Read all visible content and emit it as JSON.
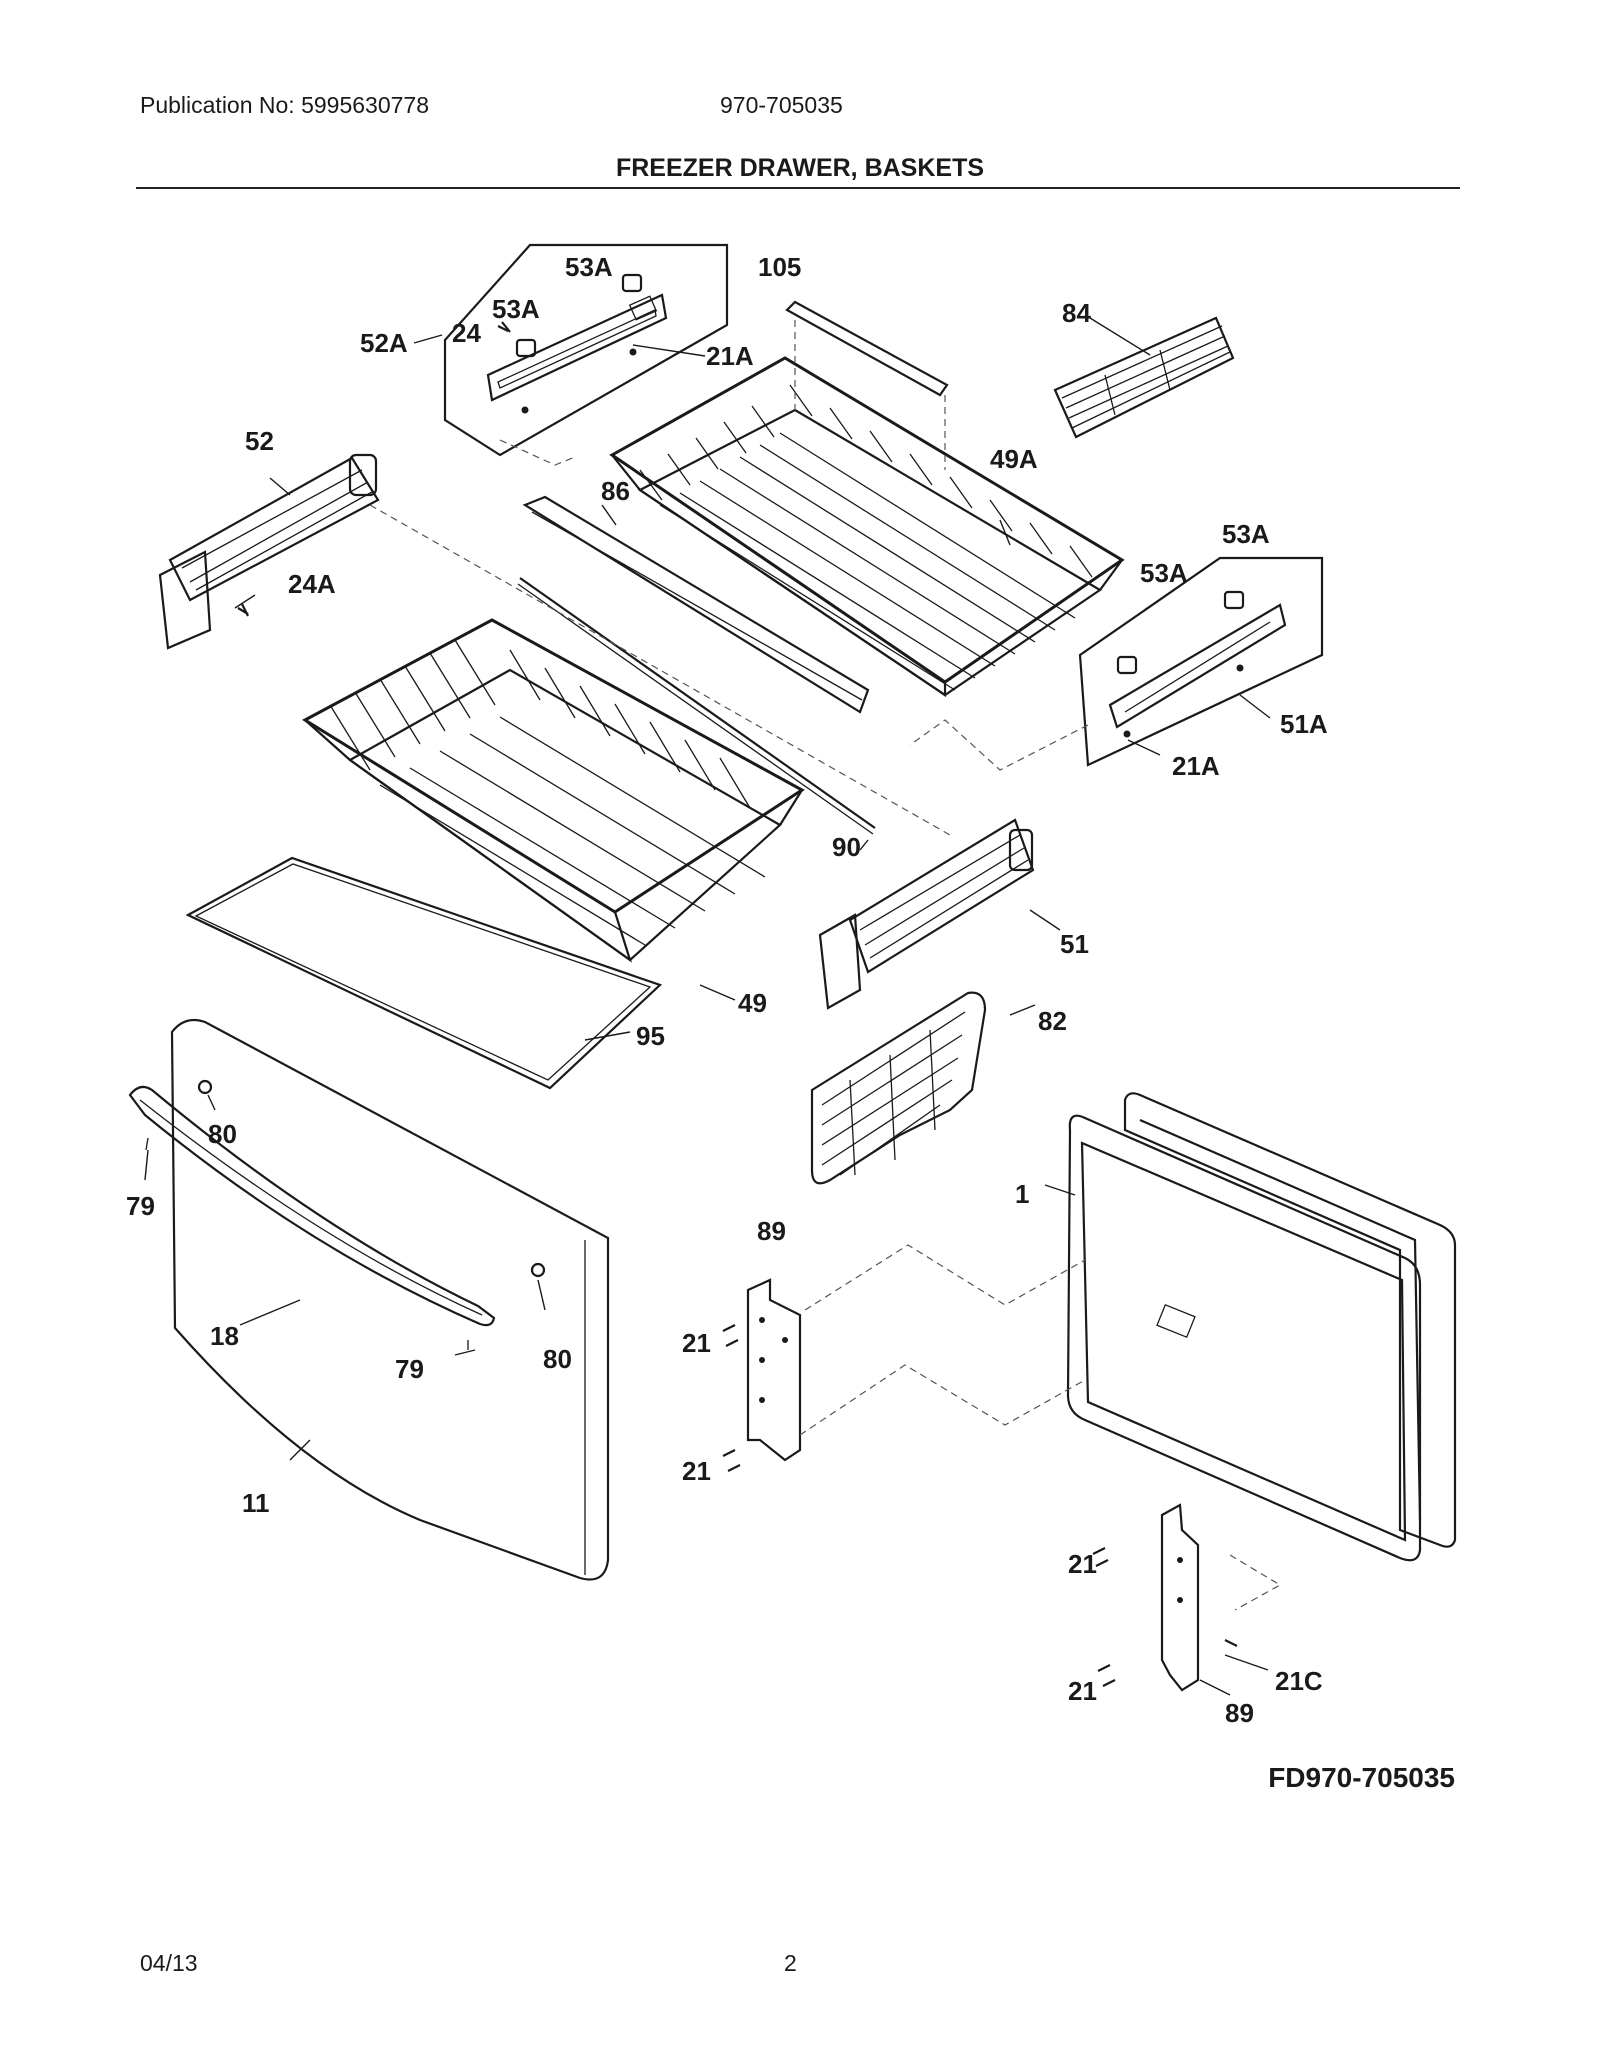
{
  "header": {
    "publication": "Publication No: 5995630778",
    "model": "970-705035",
    "title": "FREEZER DRAWER, BASKETS"
  },
  "callouts": {
    "c53A_a": "53A",
    "c53A_b": "53A",
    "c24": "24",
    "c52A": "52A",
    "c21A_a": "21A",
    "c105": "105",
    "c84": "84",
    "c52": "52",
    "c86": "86",
    "c49A": "49A",
    "c24A": "24A",
    "c53A_c": "53A",
    "c53A_d": "53A",
    "c51A": "51A",
    "c21A_b": "21A",
    "c90": "90",
    "c51": "51",
    "c49": "49",
    "c95": "95",
    "c82": "82",
    "c80_a": "80",
    "c79_a": "79",
    "c1": "1",
    "c89_a": "89",
    "c18": "18",
    "c79_b": "79",
    "c80_b": "80",
    "c21_a": "21",
    "c21_b": "21",
    "c11": "11",
    "c21_c": "21",
    "c21C": "21C",
    "c21_d": "21",
    "c89_b": "89"
  },
  "footer": {
    "figure_id": "FD970-705035",
    "date": "04/13",
    "page": "2"
  }
}
